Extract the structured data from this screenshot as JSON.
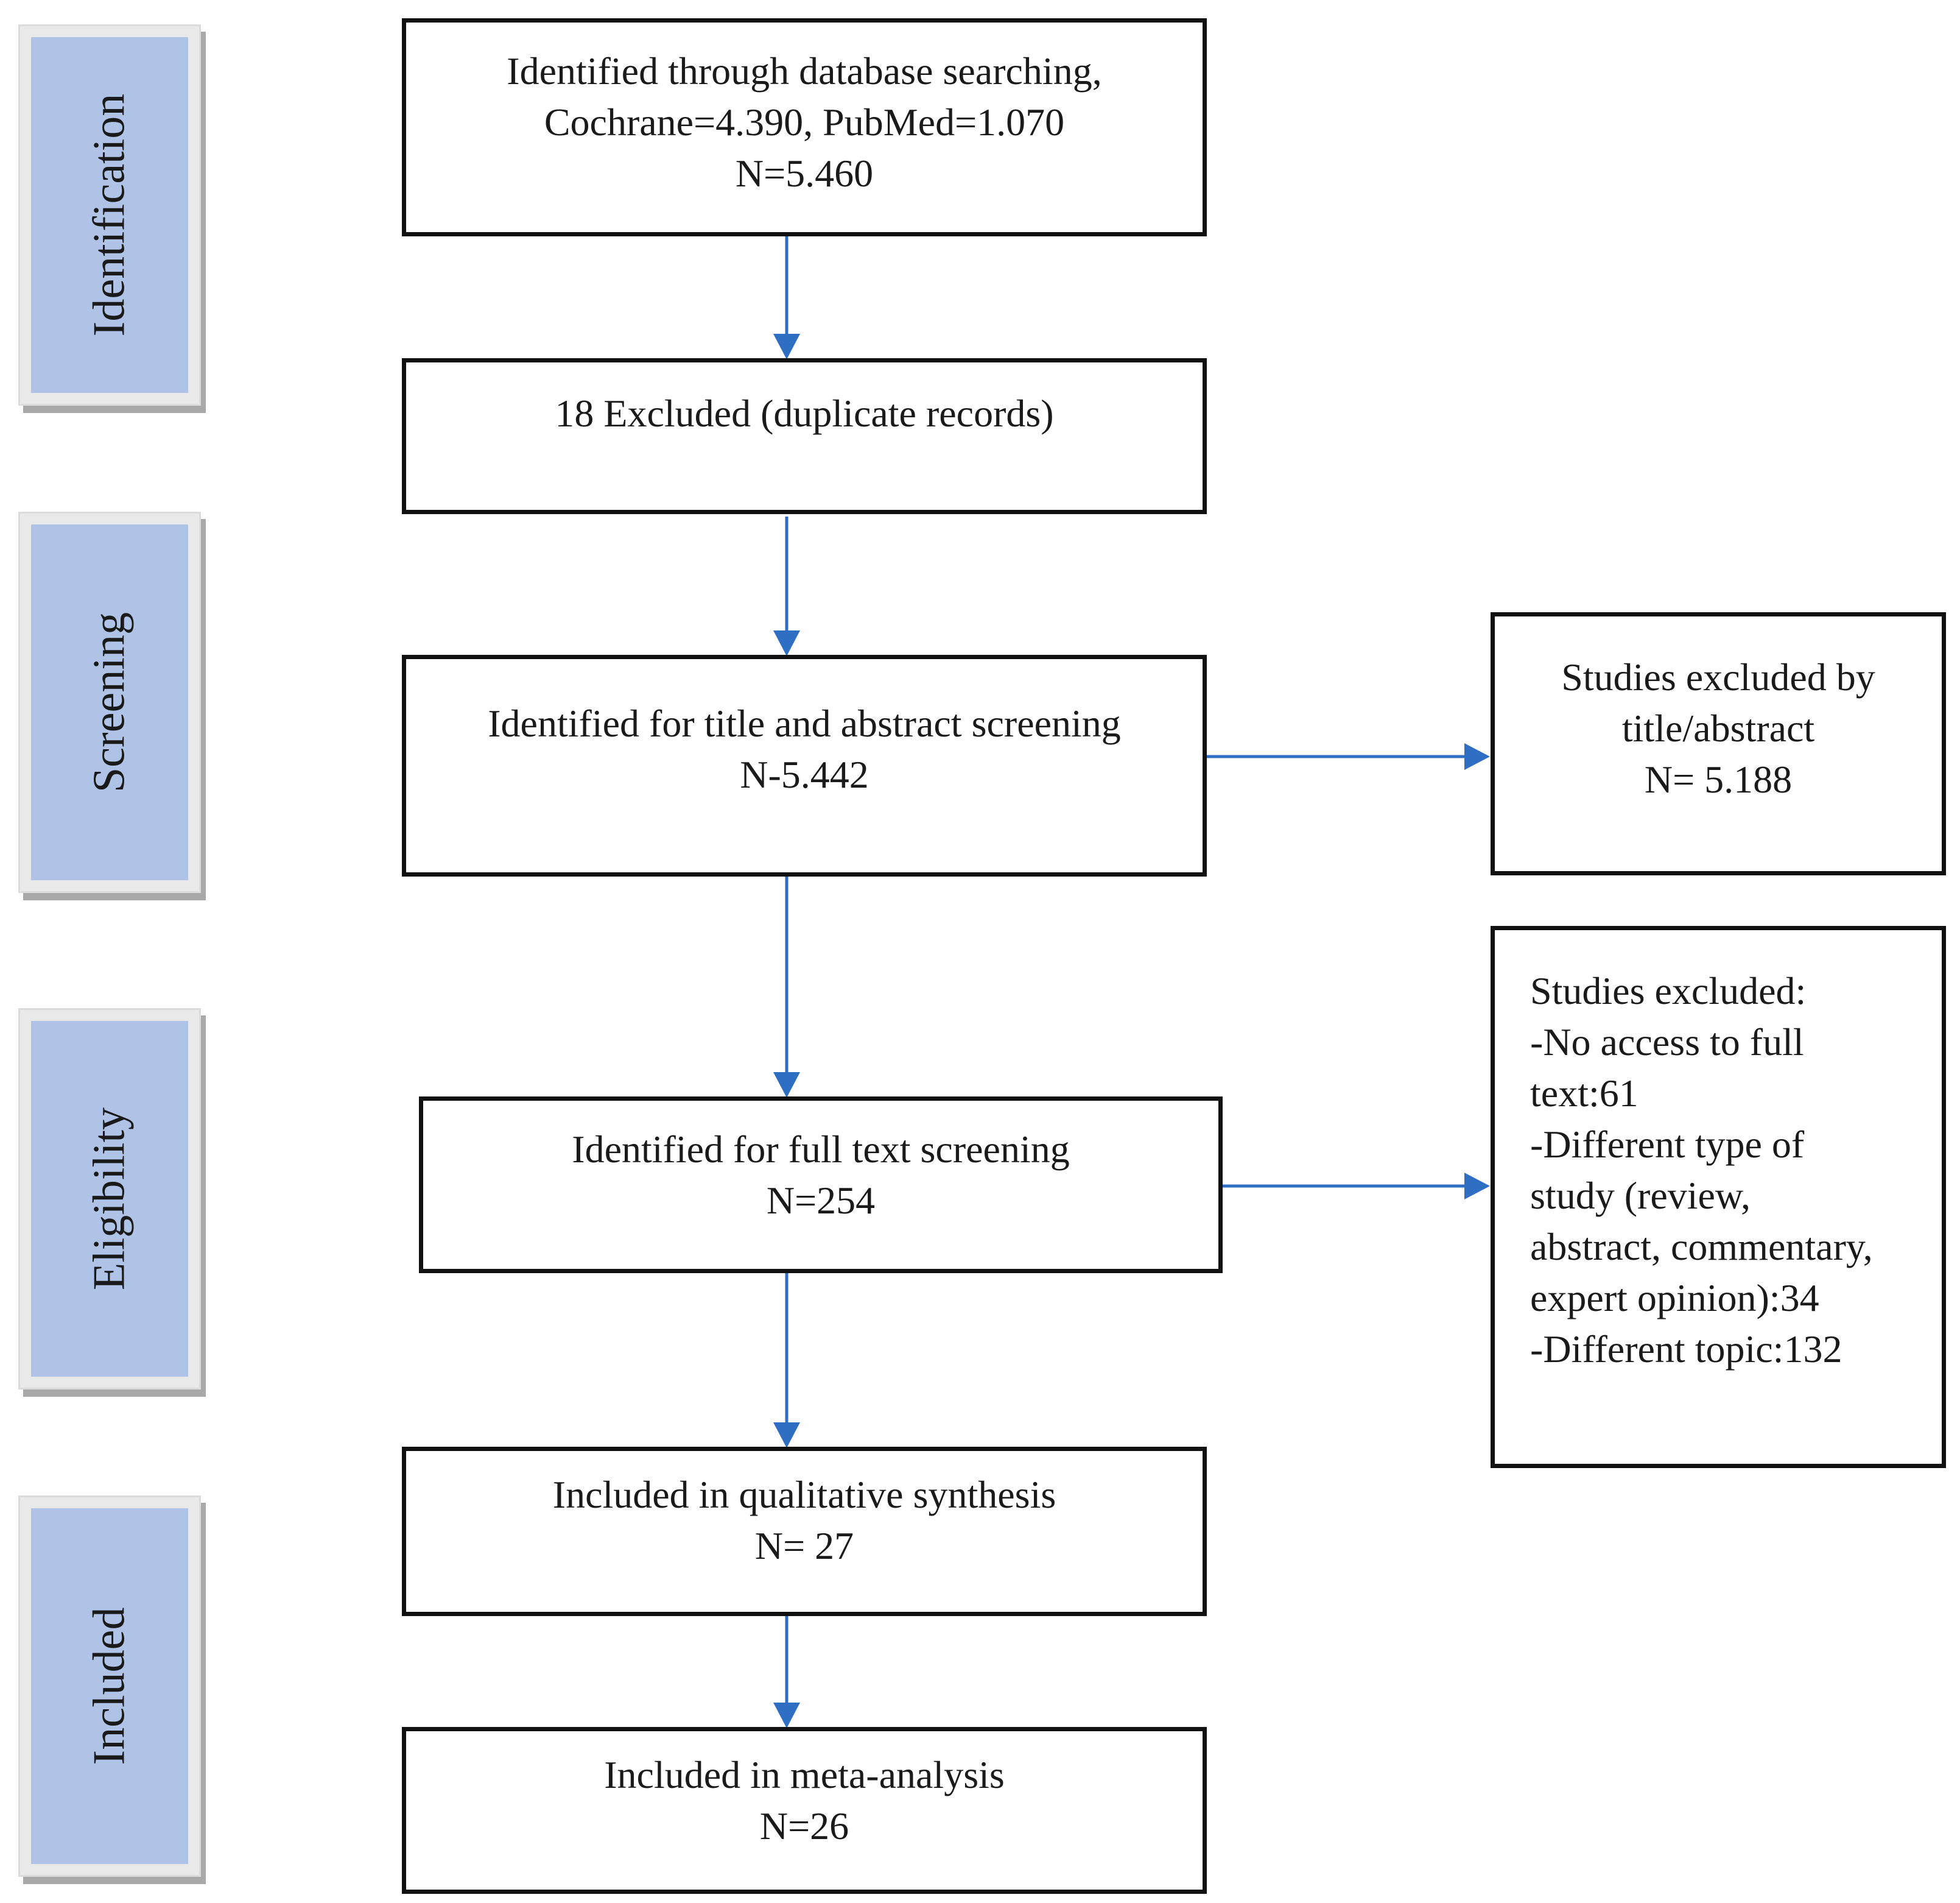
{
  "stages": [
    {
      "id": "identification",
      "label": "Identification"
    },
    {
      "id": "screening",
      "label": "Screening"
    },
    {
      "id": "eligibility",
      "label": "Eligibility"
    },
    {
      "id": "included",
      "label": "Included"
    }
  ],
  "boxes": {
    "identified_database": {
      "lines": [
        "Identified through database searching,",
        "Cochrane=4.390, PubMed=1.070",
        "N=5.460"
      ]
    },
    "excluded_duplicates": {
      "lines": [
        "18 Excluded (duplicate records)"
      ]
    },
    "title_abstract_screening": {
      "lines": [
        "Identified for title and abstract screening",
        "N-5.442"
      ]
    },
    "excluded_title_abstract": {
      "lines": [
        "Studies excluded by",
        "title/abstract",
        "N= 5.188"
      ]
    },
    "full_text_screening": {
      "lines": [
        "Identified for full text screening",
        "N=254"
      ]
    },
    "excluded_full_text": {
      "lines": [
        "Studies excluded:",
        "-No access to full",
        "text:61",
        "-Different type of",
        "study (review,",
        "abstract, commentary,",
        "expert opinion):34",
        "-Different topic:132"
      ]
    },
    "qualitative_synthesis": {
      "lines": [
        "Included in qualitative synthesis",
        "N= 27"
      ]
    },
    "meta_analysis": {
      "lines": [
        "Included in meta-analysis",
        "N=26"
      ]
    }
  },
  "colors": {
    "stage_fill": "#aec3e6",
    "arrow": "#2e6fc4",
    "box_border": "#111111"
  }
}
